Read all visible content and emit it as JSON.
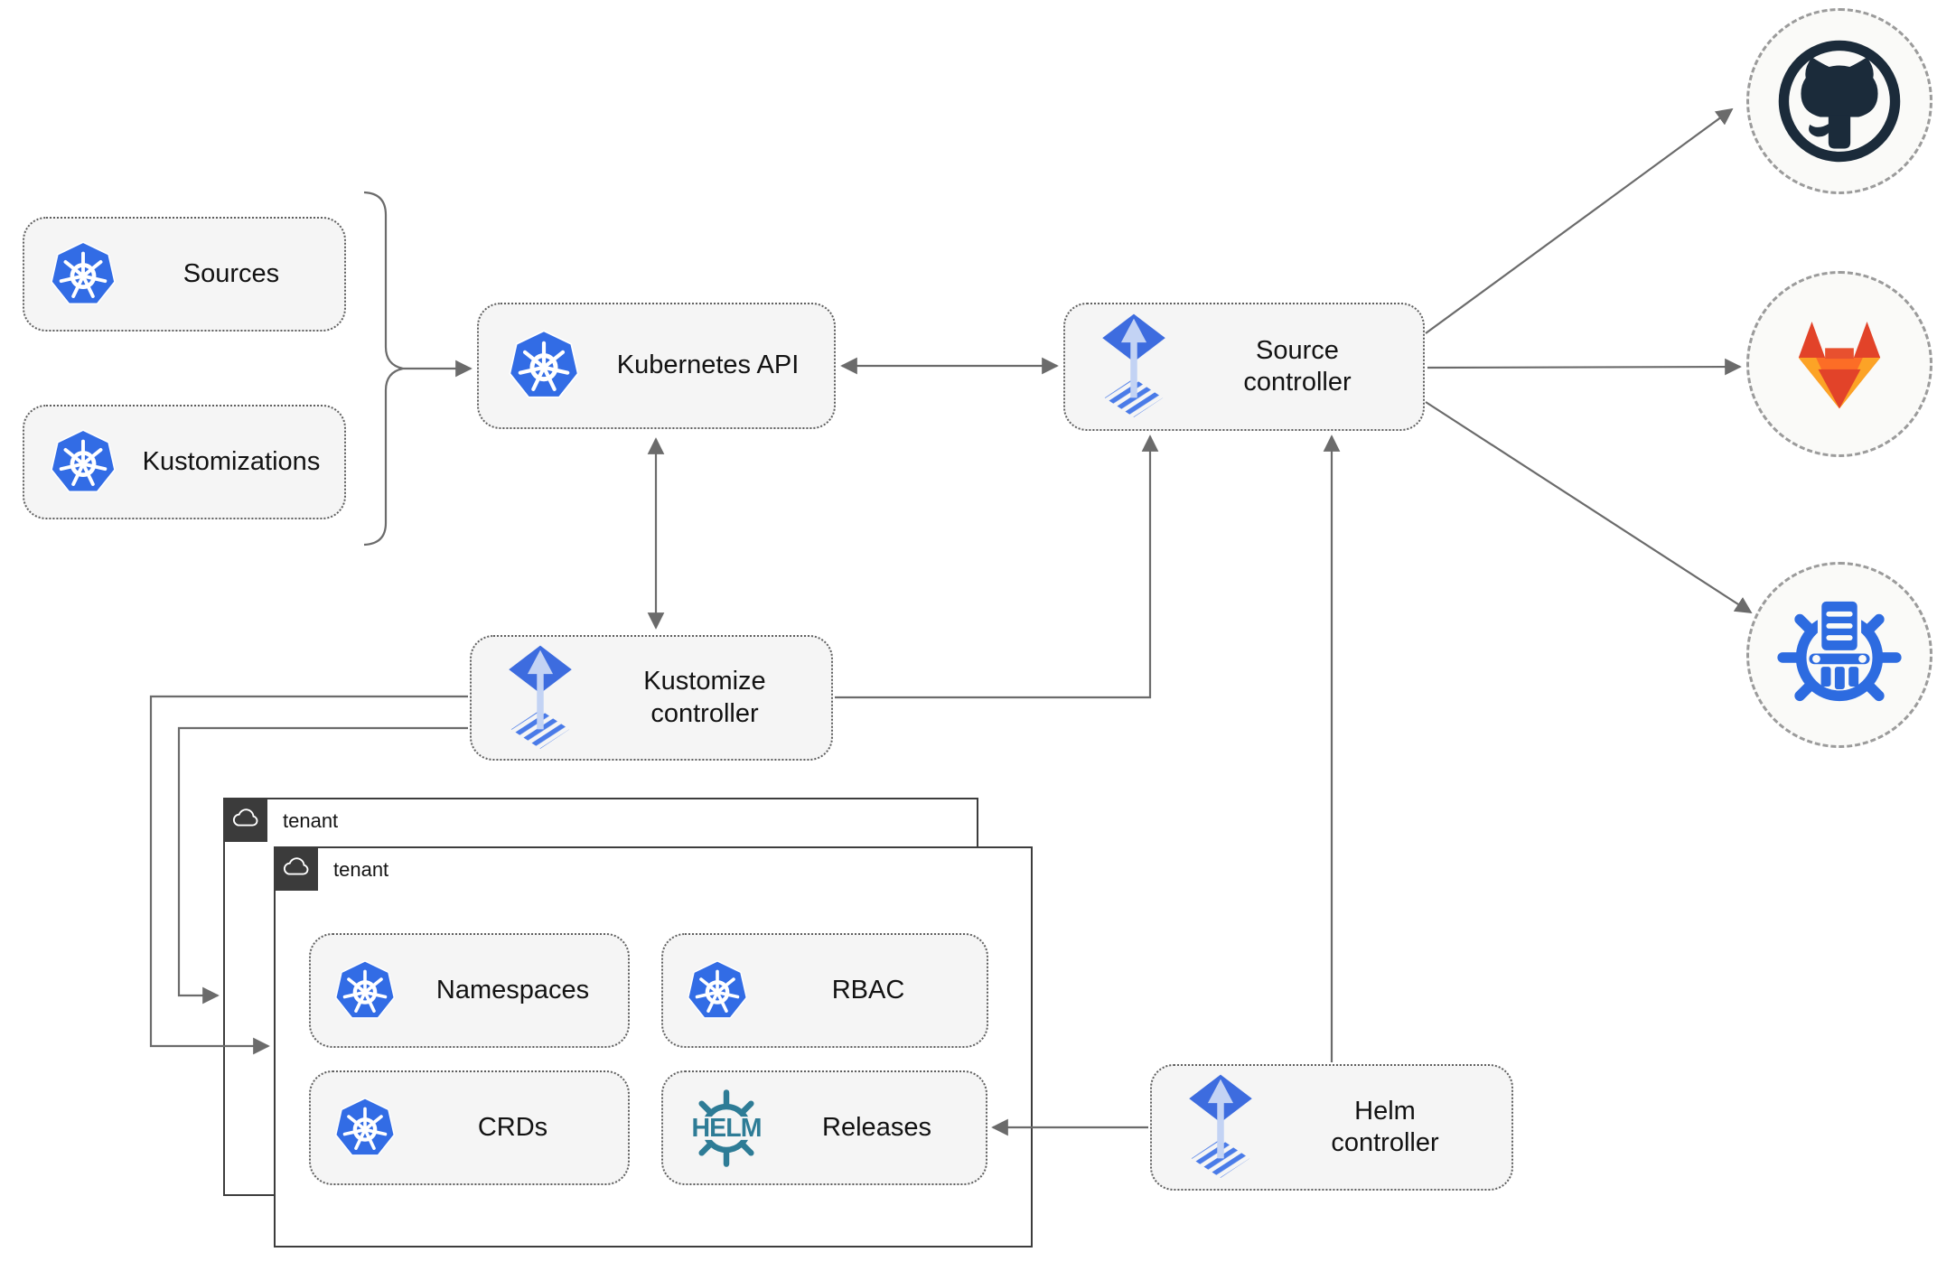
{
  "diagram": {
    "nodes": {
      "sources": "Sources",
      "kustomizations": "Kustomizations",
      "kubernetes_api": "Kubernetes API",
      "source_controller": "Source controller",
      "kustomize_controller": "Kustomize controller",
      "helm_controller": "Helm controller",
      "tenant_outer": "tenant",
      "tenant_inner": "tenant",
      "namespaces": "Namespaces",
      "rbac": "RBAC",
      "crds": "CRDs",
      "releases": "Releases"
    },
    "icons": {
      "kubernetes": "kubernetes-wheel",
      "flux": "flux-gitops-diamond",
      "helm_wordmark": "HELM",
      "github": "github-octocat",
      "gitlab": "gitlab-tanuki",
      "chart_repository": "chart-repository-wheel",
      "cloud": "cloud-outline"
    },
    "colors": {
      "kubernetes_blue": "#326CE5",
      "flux_blue": "#3D6CDF",
      "flux_light_arrow": "#C3D3F4",
      "helm_teal": "#2E7C96",
      "github_dark": "#1B2B3A",
      "gitlab_red": "#E24329",
      "gitlab_orange": "#FC6D26",
      "gitlab_amber": "#FCA326",
      "node_fill": "#F5F5F5",
      "edge_gray": "#6b6b6b",
      "tenant_header_bg": "#3B3B3B"
    }
  }
}
